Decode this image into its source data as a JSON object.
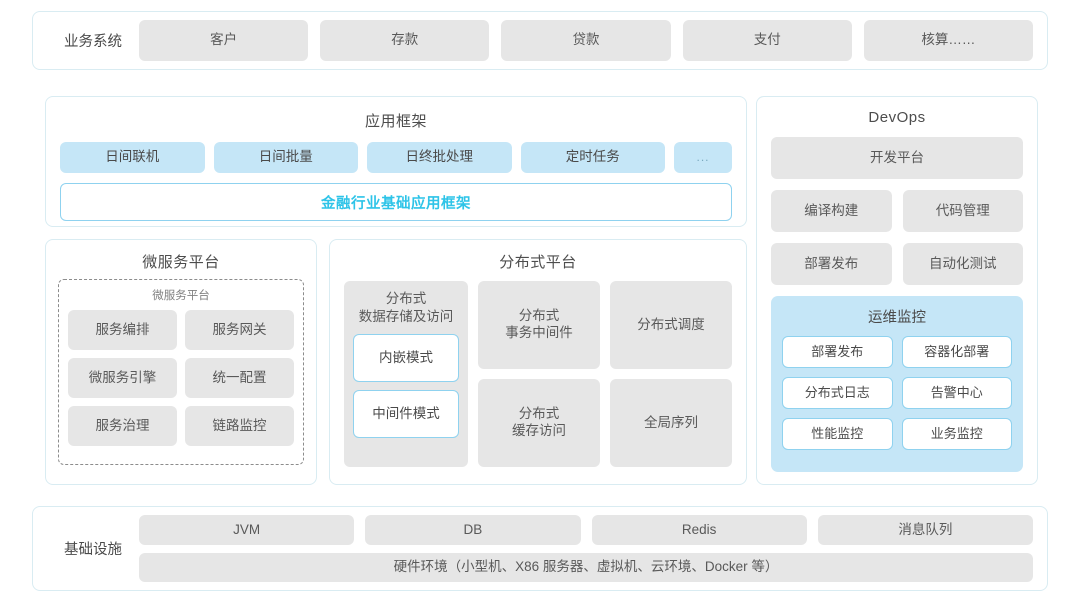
{
  "business_systems": {
    "label": "业务系统",
    "items": [
      "客户",
      "存款",
      "贷款",
      "支付",
      "核算……"
    ]
  },
  "application_framework": {
    "title": "应用框架",
    "chips": [
      "日间联机",
      "日间批量",
      "日终批处理",
      "定时任务"
    ],
    "more_chip": "...",
    "banner": "金融行业基础应用框架"
  },
  "microservice_platform": {
    "title": "微服务平台",
    "subtitle": "微服务平台",
    "items": [
      "服务编排",
      "服务网关",
      "微服务引擎",
      "统一配置",
      "服务治理",
      "链路监控"
    ]
  },
  "distributed_platform": {
    "title": "分布式平台",
    "storage": {
      "title": "分布式\n数据存储及访问",
      "modes": [
        "内嵌模式",
        "中间件模式"
      ]
    },
    "items": [
      "分布式\n事务中间件",
      "分布式调度",
      "分布式\n缓存访问",
      "全局序列"
    ]
  },
  "devops": {
    "title": "DevOps",
    "platform": "开发平台",
    "items": [
      "编译构建",
      "代码管理",
      "部署发布",
      "自动化测试"
    ],
    "ops_monitoring": {
      "title": "运维监控",
      "items": [
        "部署发布",
        "容器化部署",
        "分布式日志",
        "告警中心",
        "性能监控",
        "业务监控"
      ]
    }
  },
  "infrastructure": {
    "label": "基础设施",
    "items": [
      "JVM",
      "DB",
      "Redis",
      "消息队列"
    ],
    "hardware": "硬件环境（小型机、X86 服务器、虚拟机、云环境、Docker 等）"
  },
  "colors": {
    "panel_border": "#d9ecf2",
    "chip_gray": "#e6e6e6",
    "chip_blue": "#c5e6f7",
    "accent_cyan": "#2ec4e8",
    "outline_blue": "#8fd2ef"
  }
}
